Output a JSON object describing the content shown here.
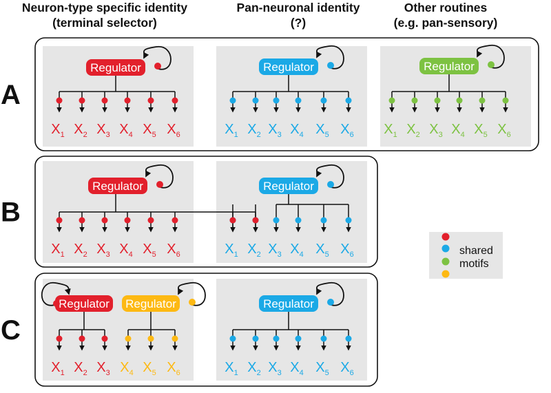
{
  "headers": [
    {
      "line1": "Neuron-type specific identity",
      "line2": "(terminal selector)"
    },
    {
      "line1": "Pan-neuronal identity",
      "line2": "(?)"
    },
    {
      "line1": "Other routines",
      "line2": "(e.g. pan-sensory)"
    }
  ],
  "rows": [
    {
      "label": "A"
    },
    {
      "label": "B"
    },
    {
      "label": "C"
    }
  ],
  "regulator_label": "Regulator",
  "target_letter": "X",
  "target_indices": [
    "1",
    "2",
    "3",
    "4",
    "5",
    "6"
  ],
  "legend": {
    "line1": "shared",
    "line2": "motifs"
  },
  "colors": {
    "red": "#e2202c",
    "blue": "#1ba9e6",
    "green": "#7dc242",
    "orange": "#fdb913",
    "panel_bg": "#e6e6e6",
    "ink": "#111111"
  }
}
